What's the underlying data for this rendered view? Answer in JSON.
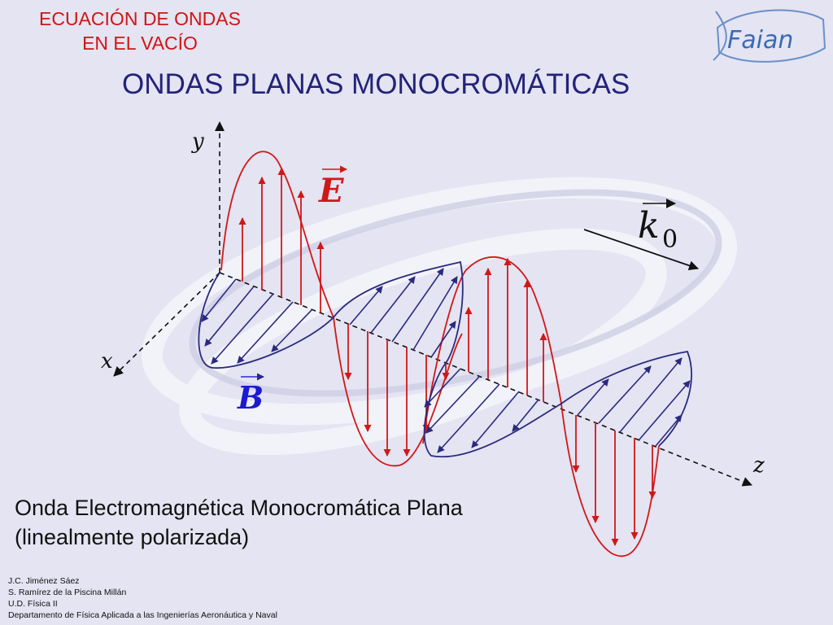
{
  "header": {
    "section_title_line1": "ECUACIÓN DE ONDAS",
    "section_title_line2": "EN EL VACÍO",
    "slide_title": "ONDAS PLANAS MONOCROMÁTICAS",
    "logo_text": "Faian"
  },
  "diagram": {
    "axis_y_label": "y",
    "axis_x_label": "x",
    "axis_z_label": "z",
    "electric_field_label": "E",
    "magnetic_field_label": "B",
    "wave_vector_label": "k",
    "wave_vector_subscript": "0",
    "colors": {
      "electric_field": "#d01818",
      "magnetic_field": "#2a2a80",
      "axis": "#111111"
    }
  },
  "caption": {
    "line1": "Onda Electromagnética Monocromática Plana",
    "line2": "(linealmente polarizada)"
  },
  "credits": [
    "J.C. Jiménez Sáez",
    "S. Ramírez de la Piscina Millán",
    "U.D. Física II",
    "Departamento de Física Aplicada a las Ingenierías Aeronáutica y Naval"
  ]
}
